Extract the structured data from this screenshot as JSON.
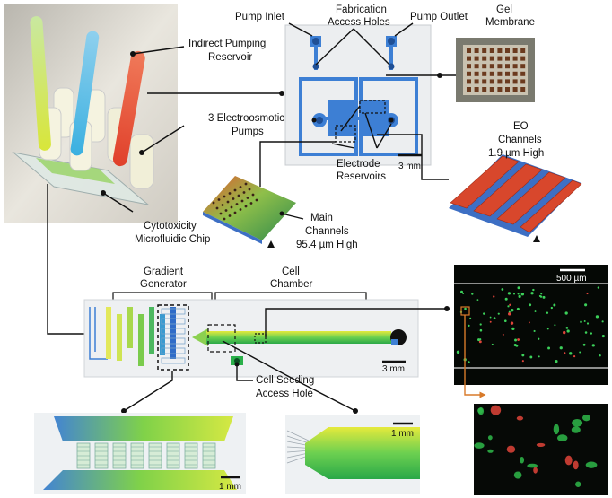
{
  "labels": {
    "pump_inlet": "Pump Inlet",
    "fabrication_l1": "Fabrication",
    "fabrication_l2": "Access Holes",
    "pump_outlet": "Pump Outlet",
    "gel_l1": "Gel",
    "gel_l2": "Membrane",
    "indirect_l1": "Indirect Pumping",
    "indirect_l2": "Reservoir",
    "eo_pumps_l1": "3 Electroosmotic",
    "eo_pumps_l2": "Pumps",
    "electrode_l1": "Electrode",
    "electrode_l2": "Reservoirs",
    "eo_channels_l1": "EO",
    "eo_channels_l2": "Channels",
    "eo_channels_l3": "1.9 µm High",
    "main_channels_l1": "Main",
    "main_channels_l2": "Channels",
    "main_channels_l3": "95.4 µm High",
    "chip_l1": "Cytotoxicity",
    "chip_l2": "Microfluidic Chip",
    "gradient_l1": "Gradient",
    "gradient_l2": "Generator",
    "cell_l1": "Cell",
    "cell_l2": "Chamber",
    "seeding_l1": "Cell Seeding",
    "seeding_l2": "Access Hole"
  },
  "scale_bars": {
    "chip_top": "3 mm",
    "chip_bottom": "3 mm",
    "fluorescence": "500 µm",
    "gradient_zoom": "1 mm",
    "chamber_zoom": "1 mm"
  },
  "colors": {
    "channel_blue": "#3d7fd4",
    "eo_red": "#d8472c",
    "callout_black": "#111111",
    "callout_orange": "#d87a2a",
    "gradient_yellow": "#e8ea3a",
    "gradient_green": "#3cbf4a",
    "gradient_blue": "#2a66c8"
  },
  "icons": {
    "triangle_marker": "triangle-up-icon"
  }
}
